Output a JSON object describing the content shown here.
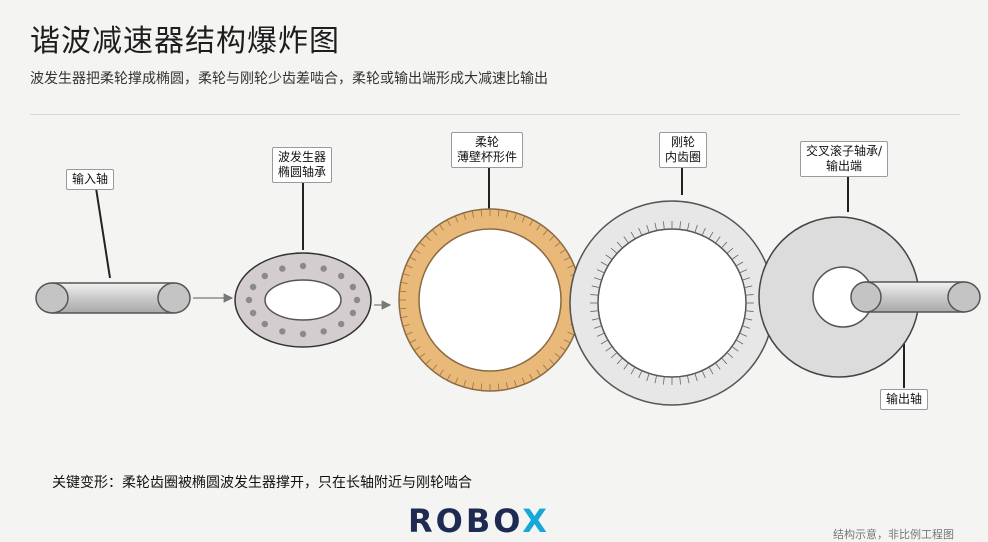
{
  "header": {
    "title": "谐波减速器结构爆炸图",
    "subtitle": "波发生器把柔轮撑成椭圆，柔轮与刚轮少齿差啮合，柔轮或输出端形成大减速比输出"
  },
  "components": {
    "input_shaft": {
      "label": "输入轴"
    },
    "wave_generator": {
      "label_line1": "波发生器",
      "label_line2": "椭圆轴承"
    },
    "flexspline": {
      "label_line1": "柔轮",
      "label_line2": "薄壁杯形件"
    },
    "circular_spline": {
      "label_line1": "刚轮",
      "label_line2": "内齿圈"
    },
    "cross_roller_bearing": {
      "label_line1": "交叉滚子轴承/",
      "label_line2": "输出端"
    },
    "output_shaft": {
      "label": "输出轴"
    }
  },
  "note": "关键变形：柔轮齿圈被椭圆波发生器撑开，只在长轴附近与刚轮啮合",
  "brand": {
    "text_main": "ROBO",
    "text_accent": "X"
  },
  "footnote": "结构示意，非比例工程图",
  "colors": {
    "flexspline": "#e8b979",
    "flexspline_edge": "#b8875a",
    "circular_spline": "#e7e7e7",
    "bearing": "#dcdcdc",
    "wave_generator": "#d4cdd0",
    "brand": "#1e2a52",
    "brand_accent": "#17a8d8"
  }
}
